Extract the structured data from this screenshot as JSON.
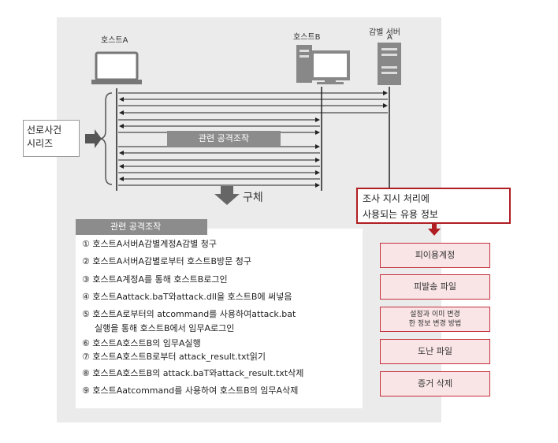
{
  "diagram": {
    "hosts": {
      "host_a": "호스트A",
      "host_b": "호스트B",
      "server_line1": "감별 서버",
      "server_line2": "A"
    },
    "side_label": [
      "선로사건",
      "시리즈"
    ],
    "sequence_label": "관련 공격조작",
    "concrete_label": "구체",
    "details_header": "관련 공격조작",
    "steps": [
      "① 호스트A서버A감별계정A감별 청구",
      "② 호스트A서버A감별로부터 호스트B방문 청구",
      "③ 호스트A계정A를 통해 호스트B로그인",
      "④ 호스트Aattack.baT와attack.dll을 호스트B에 써넣음",
      "⑤ 호스트A로부터의 atcommand를 사용하여attack.bat",
      "실행을 통해 호스트B에서 임무A로그인",
      "⑥ 호스트A호스트B의 임무A실행",
      "⑦ 호스트A호스트B로부터 attack_result.txt읽기",
      "⑧ 호스트A호스트B의 attack.baT와attack_result.txt삭제",
      "⑨ 호스트Aatcommand를 사용하여 호스트B의 임무A삭제"
    ],
    "callout": [
      "조사 지시 처리에",
      "사용되는 유용 정보"
    ],
    "info_boxes": [
      [
        "피이용계정"
      ],
      [
        "피발송 파일"
      ],
      [
        "설정과 이미 변경",
        "한 정보 변경 방법"
      ],
      [
        "도난 파일"
      ],
      [
        "증거 삭제"
      ]
    ]
  },
  "colors": {
    "panel": "#ebebeb",
    "accent_red": "#b01e23",
    "info_fill": "#f9e4e6",
    "gray_label": "#8c8c8c"
  }
}
